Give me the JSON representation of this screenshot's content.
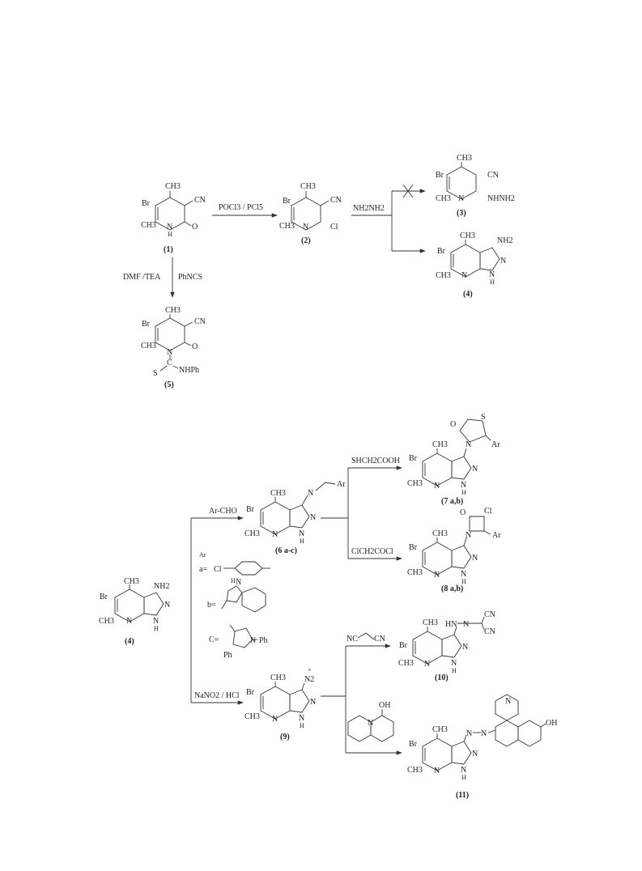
{
  "scheme1": {
    "cmp1": {
      "br": "Br",
      "ch3_top": "CH3",
      "cn": "CN",
      "ch3": "CH3",
      "o": "O",
      "n": "N",
      "h": "H",
      "label": "(1)"
    },
    "cmp2": {
      "br": "Br",
      "ch3_top": "CH3",
      "cn": "CN",
      "ch3": "CH3",
      "n": "N",
      "cl": "Cl",
      "label": "(2)"
    },
    "cmp3": {
      "br": "Br",
      "ch3_top": "CH3",
      "cn": "CN",
      "ch3": "CH3",
      "n": "N",
      "nhnh2": "NHNH2",
      "label": "(3)"
    },
    "cmp4": {
      "ch3_top": "CH3",
      "nh2": "NH2",
      "br": "Br",
      "ch3": "CH3",
      "n": "N",
      "n2": "N",
      "nh": "N",
      "h": "H",
      "label": "(4)"
    },
    "cmp5": {
      "ch3_top": "CH3",
      "br": "Br",
      "cn": "CN",
      "ch3": "CH3",
      "o": "O",
      "n": "N",
      "c": "C",
      "s": "S",
      "nhph": "NHPh",
      "label": "(5)"
    },
    "reagents": {
      "r1": "POCl3 / PCl5",
      "r2": "NH2NH2",
      "r3a": "DMF /TEA",
      "r3b": "PhNCS"
    }
  },
  "scheme2": {
    "cmp4": {
      "ch3_top": "CH3",
      "nh2": "NH2",
      "br": "Br",
      "ch3": "CH3",
      "n": "N",
      "n2": "N",
      "nh": "N",
      "h": "H",
      "label": "(4)"
    },
    "cmp6": {
      "ch3_top": "CH3",
      "imine": "N",
      "ar": "Ar",
      "br": "Br",
      "ch3": "CH3",
      "n": "N",
      "nh": "N",
      "h": "H",
      "n2": "N",
      "label": "(6 a-c)"
    },
    "cmp7": {
      "o": "O",
      "s": "S",
      "ar": "Ar",
      "ch3_top": "CH3",
      "br": "Br",
      "ch3": "CH3",
      "n": "N",
      "nh": "N",
      "h": "H",
      "n_ring": "N",
      "n2": "N",
      "label": "(7 a,b)"
    },
    "cmp8": {
      "o": "O",
      "cl": "Cl",
      "ar": "Ar",
      "ch3_top": "CH3",
      "br": "Br",
      "ch3": "CH3",
      "n": "N",
      "nh": "N",
      "h": "H",
      "n_ring": "N",
      "n2": "N",
      "label": "(8 a,b)"
    },
    "cmp9": {
      "ch3_top": "CH3",
      "n2plus": "N2",
      "plus": "+",
      "br": "Br",
      "ch3": "CH3",
      "n": "N",
      "nh": "N",
      "h": "H",
      "n2": "N",
      "label": "(9)"
    },
    "cmp10": {
      "ch3_top": "CH3",
      "hn": "HN",
      "n_eq": "N",
      "cn1": "CN",
      "cn2": "CN",
      "br": "Br",
      "ch3": "CH3",
      "n": "N",
      "nh": "N",
      "h": "H",
      "n2": "N",
      "label": "(10)"
    },
    "cmp11": {
      "oh": "OH",
      "n_q": "N",
      "ch3_top": "CH3",
      "azo1": "N",
      "azo2": "N",
      "br": "Br",
      "ch3": "CH3",
      "n": "N",
      "nh": "N",
      "h": "H",
      "n2": "N",
      "label": "(11)"
    },
    "reagents": {
      "archo": "Ar-CHO",
      "shch2cooh": "SHCH2COOH",
      "clch2cocl": "ClCH2COCl",
      "nano2": "NaNO2 / HCl",
      "nc": "NC",
      "cn": "CN",
      "quinoline_n": "N",
      "quinoline_oh": "OH"
    },
    "ar_defs": {
      "ar": "Ar",
      "a": "a=",
      "cl": "Cl",
      "b": "b=",
      "hn": "H",
      "n_indole": "N",
      "c": "C=",
      "ph1": "Ph",
      "n_pyr": "N",
      "ph2": "Ph"
    }
  }
}
